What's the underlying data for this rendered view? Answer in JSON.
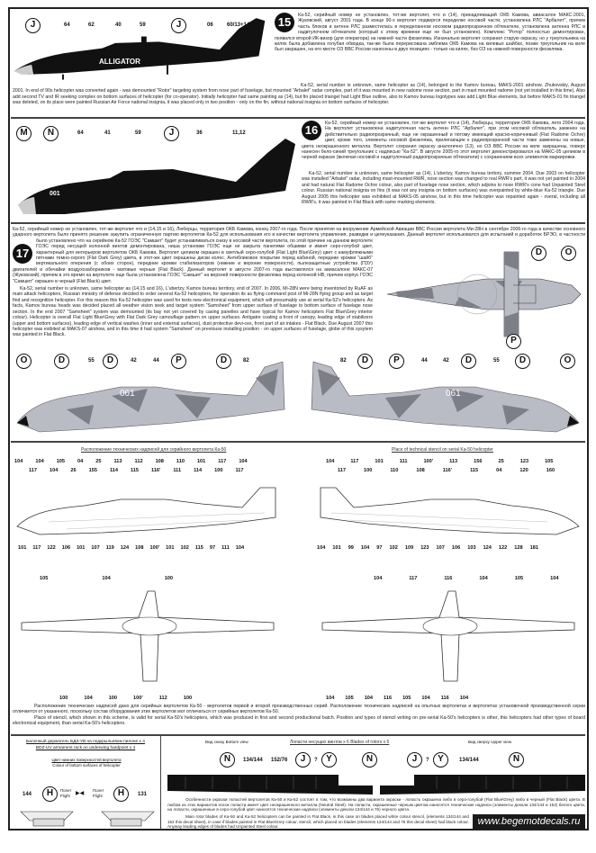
{
  "section15": {
    "number": "15",
    "labels": [
      "J",
      "64",
      "62",
      "40",
      "59",
      "J",
      "06",
      "60/13+14-?"
    ],
    "aircraft_text": "ALLIGATOR",
    "text_ru": "Ка-52, серийный номер не установлен, тот-же вертолет, что и (14), принадлежащий ОКБ Камова, авиасалон МАКС-2001, Жуковский, август 2001 года. В конце 90-х вертолет подвергся переделке носовой части, установлена РЛС \"Арбалет\", причем часть блоков и антенн РЛС разместилась в переделанном носовом радиопрозрачном обтекателе, установлена антенна РЛС в надвтулочном обтекателе (который к этому времени еще не был установлен). Комплекс \"Ротор\" полностью демонтирован, появился второй ИК-визор (для оператора) на нижней части фюзеляжа. Изначально вертолет сохранил старую окраску, но у треугольника на килях была добавлена голубая обводка, так-же была перерисована эмблема ОКБ Камова на килевых шайбах, позже треугольник на киле был закрашен, на его месте ОЗ ВВС России нанесены в двух позициях - только на килях, без ОЗ на нижней поверхности фюзеляжа.",
    "text_en": "Ka-52, serial number is unknown, same helicopter as (14), belonged to the Kamov bureau, MAKS-2001 airshow, Zhukovskiy, August 2001. In end of 90s helicopter was converted again - was demounted \"Rotor\" targeting system from nose part of fuselage, but mounted \"Arbalet\" radar complex, part of it was mounted in new radome nose section, part in mast mounted radome (not yet installed in this time). Also add second TV and IR seeking complex on bottom surfaces of helicopter (for co-operator). Initially helicopter had same painting as (14), but fin placed triangel had Light Blue outline, also to Kamov bureau logotypes was add Light Blue elements, but before MAKS-01 fin triangel was deleted, on its place were painted Russian Air Force national insignia, it was placed only in two position - only on the fin, without national insignia on bottom surfaces of helicopter."
  },
  "section16": {
    "number": "16",
    "labels": [
      "M",
      "N",
      "64",
      "41",
      "59",
      "J",
      "36",
      "11,12"
    ],
    "aircraft_text": "001",
    "text_ru": "Ка-52, серийный номер не установлен, тот-же вертолет что и (14), Люберцы, территория ОКБ Камова, лето 2004 года. На вертолет установлена надвтулочная часть антенн РЛС \"Арбалет\", при этом носовой обтекатель заменен на действительно радиопрозрачный, еще не окрашенный и потому имеющий красно-коричневый (Flat Radome Ochre) цвет, кроме того, элементы носовой фюзеляжа, прилегающие к радиопрозрачной части тоже заменены на новые, цвета неокрашенного металла. Вертолет сохранил окраску аналогично (13), но ОЗ ВВС России на киле закрашены, поверх нанесен бело-синий треугольник с надписью \"Ка-52\". В августе 2005-го этот вертолет демонстрировался на МАКС-05 целиком в черной окраске (включая носовой и надвтулочный радиопрозрачные обтекатели) с сохранением всех элементов маркировки.",
    "text_en": "Ka-52, serial number is unknown, same helicopter as (14), L'ubertzy, Kamov bureau teritory, summer 2004. Due 2003 on helicopter was installed \"Arbalet\" radar, including mast-mounted RWR, nose section was changed to real RWR's part, it was not yet painted in 2004 and had natural Flat Radome Ochre colour, also part of fuselage nose section, which adjoins to nose RWR's cone had Unpainted Steel colour. Russian national insignia on fins (it was not any insignia on bottom surfaces) was overpainted by white-blue Ka-52 triangle. Due August 2005 this helicopter was exhibited at MAKS-05 airshow, but in this time helicopter was repainted again - overal, including all RWR's, it was painted in Flat Black with same marking elements."
  },
  "section17": {
    "number": "17",
    "top_labels": [
      "D",
      "O",
      "P"
    ],
    "side_left_labels": [
      "O",
      "D",
      "55",
      "D",
      "42",
      "44",
      "P",
      "D",
      "82"
    ],
    "side_right_labels": [
      "82",
      "D",
      "P",
      "44",
      "42",
      "D",
      "55",
      "D",
      "O"
    ],
    "aircraft_text": "061",
    "text_ru": "Ка-52, серийный номер не установлен, тот-же вертолет что и (14,15 и 16), Люберцы, территория ОКБ Камова, конец 2007-го года. После принятия на вооружение Армейской Авиации ВВС России вертолета Ми-28Н в сентябре 2006-го года в качестве основного ударного вертолета было принято решение закупить ограниченную партию вертолетов Ка-52 для использования его в качестве вертолета управления, разведки и целеуказания. Данный вертолет использовался для испытаний и доработок БРЭО, в частности было установлено что на серийном Ка-52 ГОЭС \"Самшит\" будет устанавливаться снизу в носовой части вертолета, по этой причине на данном вертолете ГОЭС перед несущей колонной винтов демонтирована, ниша установки ГОЭС еще не закрыта панелями обшивки и имеет серо-голубой цвет, характерный для интерьеров вертолетов ОКБ Камова. Вертолет целиком окрашен в светлый серо-голубой (Flat Light Blue\\Grey) цвет с камуфляжными пятнами темно-серого (Flat Dark Grey) цвета, в этот-же цвет окрашены диски колес. Антибликовое покрытие перед кабиной, передние кромки \"шайб\" вертикального оперения (с обоих сторон), передние кромки стабилизаторов (нижние и верхние поверхности), пылезащитные устройства (ПЗУ) двигателей и обечайки воздухозаборников - матовые черные (Flat Black). Данный вертолет в августе 2007-го года выставлялся на авиасалоне МАКС-07 (Жуковский), причем в это время на вертолете еще была установлена ГОЭС \"Самшит\" на верхней поверхности фюзеляжа перед колонкой НВ, причем корпус ГОЭС \"Самшит\" окрашен в черный (Flat Black) цвет.",
    "text_en": "Ka-52, serial number is unknown, same helicopter as (14,15 and 16), L'ubertzy, Kamov bureau territory, end of 2007. In 2006, Mi-28N were being inventoried by RuAF as main attack helicopters, Russian ministry of defense decided to order several Ka-52 helicopters, for operation its as flying command post of Mi-28N flying group and as target find and recognition helicopter. For this reason this Ka-52 helicopter was used for tests new electronical equipment, which will presumably use at serial Ka-52's helicopters. As facts, Kamov bureau heads was decided placed all weather vision seek and target system \"Samsheet\" from upper surface of fuselage to bottom surface of fuselage nose section. In the end 2007 \"Samsheet\" system was demounted (its bay not yet covered by casing panelles and have typical for Kamov helicopters Flat Blue\\Grey interior colour). Helicopter is overall Flat Light Blue\\Grey with Flat Dark Grey camouflage pattern on upper surfaces. Antigatre coating a front of canopy, leading edge of stabilizers (upper and bottom surfaces), leading edge of vertical washes (inner and external surfaces), dust protective devi-ces, front part of air intakes - Flat Black. Due August 2007 this helicopter was exibited at MAKS-07 airshow, and in this time it had system \"Samsheet\" on previouse installing position - on upper surfaces of fuselage, globe of this sysytem was painted in Flat Black."
  },
  "stencils": {
    "caption_ru": "Расположение технических надписей для серийного вертолета Ка-50",
    "caption_en": "Place of technical stencil on serial Ka-50 helicopter",
    "left_top_row1": [
      "104",
      "104",
      "105",
      "04",
      "25",
      "113",
      "112",
      "108",
      "110",
      "101",
      "117",
      "104"
    ],
    "left_top_row2": [
      "117",
      "104",
      "26",
      "155",
      "114",
      "115",
      "116'",
      "111",
      "114",
      "100",
      "117"
    ],
    "right_top_row1": [
      "104",
      "117",
      "101",
      "111",
      "100'",
      "113",
      "156",
      "25",
      "123",
      "105"
    ],
    "right_top_row2": [
      "117",
      "100",
      "110",
      "108",
      "116'",
      "115",
      "04",
      "120",
      "160"
    ],
    "left_bottom_row": [
      "101",
      "117",
      "122",
      "106",
      "101",
      "107",
      "119",
      "124",
      "108",
      "100'",
      "101",
      "102",
      "115",
      "97",
      "111",
      "104"
    ],
    "right_bottom_row": [
      "104",
      "101",
      "99",
      "104",
      "97",
      "102",
      "109",
      "123",
      "107",
      "106",
      "103",
      "124",
      "122",
      "128",
      "181"
    ],
    "plan_left_top": [
      "105",
      "104",
      "100"
    ],
    "plan_left_bottom": [
      "100",
      "104",
      "100",
      "100'",
      "112",
      "100"
    ],
    "plan_right_top": [
      "104",
      "117",
      "116",
      "104",
      "105",
      "104"
    ],
    "plan_right_bottom": [
      "104",
      "105",
      "104",
      "116",
      "105",
      "104",
      "116",
      "104"
    ],
    "note_ru": "Расположение технических надписей дано для серийных вертолетов Ка-50 - вертолетов первой и второй производственных серий. Расположение технических надписей на опытных вертолетах и вертолетах установочной производственной серии отличается от указанного, поскольку состав оборудования этих вертолетов мог отличаться от серийных вертолетов Ка-50.",
    "note_en": "Place of stencil, which shown in this scheme, is valid for serial Ka-50's helicopters, which was produced in first and second productional batch. Position and types of stencil writing on pre-serial Ka-50's helicopters is other, this helicopters had other types of board electronical equipment, than serial Ka-50's helicopters."
  },
  "rack": {
    "title_ru": "Балочный держатель БДЗ-УВ на подкрыльевом пилоне х 4",
    "title_en": "BDZ-UV armament rack on underwing hardpoint x 4",
    "colour_ru": "Цвет нижних поверхностей вертолета",
    "colour_en": "Colour of bottom surfaces of helicopter",
    "left_num": "144",
    "right_num": "131",
    "marker": "H",
    "flight_ru": "Полет",
    "flight_en": "Flight"
  },
  "blades": {
    "bottom_view": "Вид снизу  Bottom view",
    "title": "Лопасти несущих винтов х 6    Blades of rotors x 6",
    "upper_view": "Вид сверху  Upper view",
    "labels_left": [
      "N",
      "134/144",
      "152/76",
      "J",
      "?",
      "Y",
      "N"
    ],
    "labels_right": [
      "J",
      "?",
      "Y",
      "134/144",
      "N"
    ],
    "text_ru": "Особенности окраски лопастей вертолетов Ка-50 и Ка-52 состоят в том, что возможны два варианта окраски - лопасть окрашена либо в серо-голубой (Flat Blue\\Grey) либо в черный (Flat Black) цвета. В любом из этих вариантов носок лопасти имеет цвет неокрашенного металла (Neutral Steel). На лопасти, окрашенные черным цветом наносятся технические надписи (элементы деколи 134/144 и 152) белого цвета, на лопасти, окрашенные в серо-голубой цвет наносятся технические надписи (элементы деколи 134/144 и 76) черного цвета.",
    "text_en": "Main rotor blades of Ka-50 and Ka-52 helicopters can be painted in Flat Black, in this case on blades placed white colour stencil, (elements 134/144 and 152 this decal sheet), in case if blades painted in Flat Blue\\Grey colour,  stencil, which placed on blades (elements 134/144 and 76 this decal sheet) had black colour. Anyway leading edges of blades had Unpainted Steel colour."
  },
  "website": "www.begemotdecals.ru",
  "colors": {
    "black": "#111111",
    "camo_light": "#b9bcc4",
    "camo_dark": "#7d7f88",
    "radome": "#c9c9c9"
  }
}
